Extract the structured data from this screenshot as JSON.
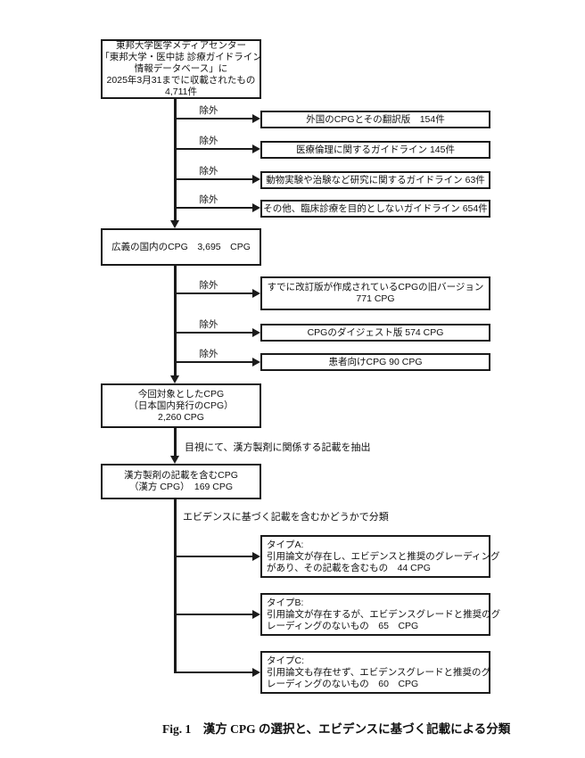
{
  "caption": "Fig. 1　漢方 CPG の選択と、エビデンスに基づく記載による分類",
  "labels": {
    "exclusion": "除外",
    "visual_extraction": "目視にて、漢方製剤に関係する記載を抽出",
    "evidence_classification": "エビデンスに基づく記載を含むかどうかで分類"
  },
  "main_chain": {
    "source": {
      "lines": [
        "東邦大学医学メディアセンター",
        "「東邦大学・医中誌 診療ガイドライン",
        "情報データベース」に",
        "2025年3月31までに収載されたもの",
        "4,711件"
      ]
    },
    "broad_domestic": {
      "text": "広義の国内のCPG　3,695　CPG"
    },
    "target": {
      "lines": [
        "今回対象としたCPG",
        "（日本国内発行のCPG）",
        "2,260 CPG"
      ]
    },
    "kampo": {
      "lines": [
        "漢方製剤の記載を含むCPG",
        "（漢方 CPG）　169 CPG"
      ]
    }
  },
  "exclusions_stage1": [
    {
      "text": "外国のCPGとその翻訳版　154件"
    },
    {
      "text": "医療倫理に関するガイドライン 145件"
    },
    {
      "text": "動物実験や治験など研究に関するガイドライン 63件"
    },
    {
      "text": "その他、臨床診療を目的としないガイドライン 654件"
    }
  ],
  "exclusions_stage2": [
    {
      "lines": [
        "すでに改訂版が作成されているCPGの旧バージョン",
        "771 CPG"
      ]
    },
    {
      "text": "CPGのダイジェスト版 574 CPG"
    },
    {
      "text": "患者向けCPG 90 CPG"
    }
  ],
  "types": [
    {
      "lines": [
        "タイプA:",
        "引用論文が存在し、エビデンスと推奨のグレーディング",
        "があり、その記載を含むもの　44 CPG"
      ]
    },
    {
      "lines": [
        "タイプB:",
        "引用論文が存在するが、エビデンスグレードと推奨のグ",
        "レーディングのないもの　65　CPG"
      ]
    },
    {
      "lines": [
        "タイプC:",
        "引用論文も存在せず、エビデンスグレードと推奨のグ",
        "レーディングのないもの　60　CPG"
      ]
    }
  ]
}
